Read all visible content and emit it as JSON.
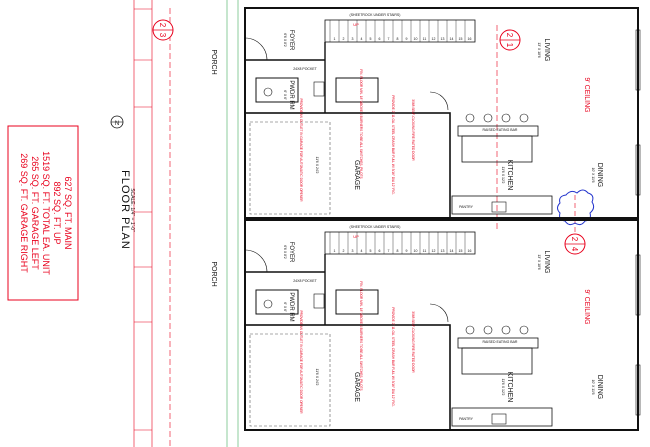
{
  "summary": {
    "lines": [
      "627 SQ. FT. MAIN",
      "892 SQ. FT. UP",
      "1519 SQ. FT. TOTAL EA. UNIT",
      "265 SQ. FT. GARAGE LEFT",
      "269 SQ. FT. GARAGE RIGHT"
    ]
  },
  "plan_title": "FLOOR PLAN",
  "plan_scale": "SCALE: 1/4\" = 1'-0\"",
  "north_label": "N",
  "grid_bubbles": [
    {
      "top": "2",
      "bottom": "3"
    },
    {
      "top": "2",
      "bottom": "1"
    },
    {
      "top": "2",
      "bottom": "4"
    }
  ],
  "units": [
    {
      "rooms": {
        "porch": "PORCH",
        "foyer": "FOYER",
        "foyer_dim": "6'6 X 8'2",
        "pwdr": "PWDR RM",
        "pwdr_dim": "6' X 6'",
        "garage": "GARAGE",
        "garage_dim": "11'6 X 24'2",
        "living": "LIVING",
        "living_dim": "13' X 18'6",
        "ceiling": "9' CEILING",
        "kitchen": "KITCHEN",
        "kitchen_dim": "11'6 X 12'2",
        "dining": "DINING",
        "dining_dim": "10' X 11'6",
        "pantry": "PANTRY"
      },
      "notes": {
        "stair": "(SHEETROCK UNDER STAIRS)",
        "pocket": "24X8 POCKET",
        "fire_floor": "FIN. FLOOR MIN. 18\" ABOVE 4 BURNERS TO BE ALL SWITCHES, PILOTS",
        "steel_beam": "3068 SELF-CLOSING FIRE RATED DOOR",
        "angle_steel": "PROVIDE 2\" 11 GA. STEEL CRASH BAR FULL W/ 3/16\" DIA 12\" FIG.",
        "outlet": "PROVIDE AN OUTLET IN GARAGE FOR AUTOMATIC DOOR OPENER",
        "bar": "RAISED EATING BAR"
      },
      "stair_numbers": [
        "1",
        "2",
        "3",
        "4",
        "5",
        "6",
        "7",
        "8",
        "9",
        "10",
        "11",
        "12",
        "13",
        "14",
        "15",
        "16"
      ],
      "up_label": "UP"
    },
    {
      "rooms": {
        "porch": "PORCH",
        "foyer": "FOYER",
        "foyer_dim": "6'6 X 8'2",
        "pwdr": "PWDR RM",
        "pwdr_dim": "6' X 6'",
        "garage": "GARAGE",
        "garage_dim": "11'6 X 24'2",
        "living": "LIVING",
        "living_dim": "13' X 18'6",
        "ceiling": "9' CEILING",
        "kitchen": "KITCHEN",
        "kitchen_dim": "11'6 X 12'2",
        "dining": "DINING",
        "dining_dim": "10' X 11'6",
        "pantry": "PANTRY"
      },
      "notes": {
        "stair": "(SHEETROCK UNDER STAIRS)",
        "pocket": "24X8 POCKET",
        "fire_floor": "FIN. FLOOR MIN. 18\" ABOVE 4 BURNERS TO BE ALL SWITCHES, PILOTS",
        "steel_beam": "3068 SELF-CLOSING FIRE RATED DOOR",
        "angle_steel": "PROVIDE 2\" 11 GA. STEEL CRASH BAR FULL W/ 3/16\" DIA 12\" FIG.",
        "outlet": "PROVIDE AN OUTLET IN GARAGE FOR AUTOMATIC DOOR OPENER",
        "bar": "RAISED EATING BAR"
      },
      "stair_numbers": [
        "1",
        "2",
        "3",
        "4",
        "5",
        "6",
        "7",
        "8",
        "9",
        "10",
        "11",
        "12",
        "13",
        "14",
        "15",
        "16"
      ],
      "up_label": "UP"
    }
  ],
  "colors": {
    "wall": "#111111",
    "annotation": "#e8001c",
    "cloud": "#2233cc",
    "dim": "#1a9a3a",
    "background": "#ffffff"
  }
}
